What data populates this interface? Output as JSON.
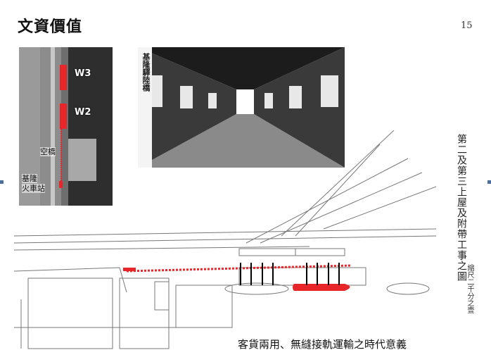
{
  "slide": {
    "title": "文資價值",
    "page_number": "15",
    "caption": "客貨兩用、無縫接軌運輸之時代意義"
  },
  "aerial_photo": {
    "labels": {
      "w3": "W3",
      "w2": "W2",
      "bridge": "空橋",
      "station_line1": "基隆",
      "station_line2": "火車站"
    },
    "highlight_color": "#e8262a"
  },
  "old_photo": {
    "headline": "基隆驛陸橋"
  },
  "map": {
    "vertical_title": "第二及第三上屋及附帶工事之圖",
    "scale_note": "縮尺二千分之壹",
    "highlight_color": "#e8262a"
  },
  "colors": {
    "marker": "#4a6f9c"
  }
}
